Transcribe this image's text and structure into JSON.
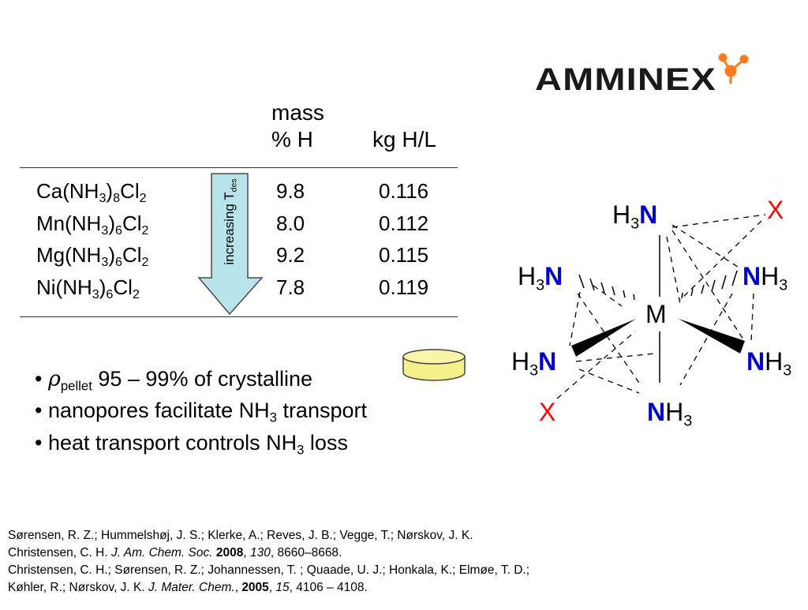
{
  "logo": {
    "text": "AMMINEX",
    "accent_color": "#ff7a1a",
    "text_color": "#1a1a1a"
  },
  "table": {
    "header_mass_line1": "mass",
    "header_mass_line2": "% H",
    "header_kg": "kg H/L",
    "rows": [
      {
        "f1": "Ca(NH",
        "s1": "3",
        "f2": ")",
        "s2": "8",
        "f3": "Cl",
        "s3": "2",
        "mass": "9.8",
        "kg": "0.116"
      },
      {
        "f1": "Mn(NH",
        "s1": "3",
        "f2": ")",
        "s2": "6",
        "f3": "Cl",
        "s3": "2",
        "mass": "8.0",
        "kg": "0.112"
      },
      {
        "f1": "Mg(NH",
        "s1": "3",
        "f2": ")",
        "s2": "6",
        "f3": "Cl",
        "s3": "2",
        "mass": "9.2",
        "kg": "0.115"
      },
      {
        "f1": "Ni(NH",
        "s1": "3",
        "f2": ")",
        "s2": "6",
        "f3": "Cl",
        "s3": "2",
        "mass": "7.8",
        "kg": "0.119"
      }
    ],
    "arrow_label": "increasing T",
    "arrow_label_sub": "des",
    "arrow_color": "#b9e3ea"
  },
  "bullets": {
    "b1_marker": "•",
    "b1_rho": "ρ",
    "b1_sub": "pellet",
    "b1_text": " 95 – 99% of crystalline",
    "b2_marker": "•",
    "b2_text": "nanopores facilitate NH",
    "b2_sub": "3",
    "b2_tail": " transport",
    "b3_marker": "•",
    "b3_text": "heat transport controls NH",
    "b3_sub": "3",
    "b3_tail": " loss",
    "pellet_color": "#f5f08a"
  },
  "molecule": {
    "center": "M",
    "ligand_H": "H",
    "ligand_3": "3",
    "ligand_N": "N",
    "x_label": "X",
    "nitrogen_color": "#0000cc",
    "x_color": "#ff0000"
  },
  "references": {
    "r1_line1": "Sørensen, R. Z.; Hummelshøj, J. S.; Klerke, A.; Reves, J. B.; Vegge, T.; Nørskov, J. K.",
    "r1_line2_pre": "Christensen, C. H. ",
    "r1_journal": "J. Am. Chem. Soc.",
    "r1_year": "2008",
    "r1_sep": ", ",
    "r1_vol": "130",
    "r1_pages": ", 8660–8668.",
    "r2_line1": "Christensen, C. H.; Sørensen, R. Z.; Johannessen, T. ; Quaade, U. J.; Honkala, K.; Elmøe, T. D.;",
    "r2_line2_pre": "Køhler, R.; Nørskov, J. K. ",
    "r2_journal": "J. Mater. Chem.",
    "r2_sep1": ", ",
    "r2_year": "2005",
    "r2_sep2": ", ",
    "r2_vol": "15",
    "r2_pages": ", 4106 – 4108."
  }
}
